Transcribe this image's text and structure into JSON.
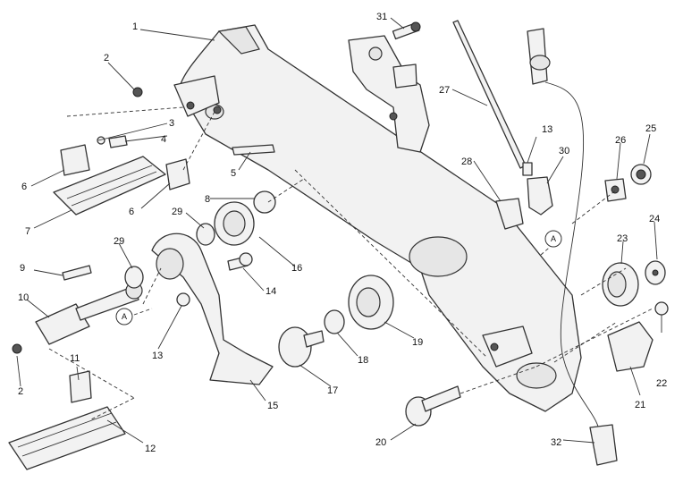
{
  "callouts": [
    "A",
    "A"
  ],
  "labels": [
    {
      "n": "1"
    },
    {
      "n": "2"
    },
    {
      "n": "3"
    },
    {
      "n": "4"
    },
    {
      "n": "6"
    },
    {
      "n": "5"
    },
    {
      "n": "8"
    },
    {
      "n": "6"
    },
    {
      "n": "7"
    },
    {
      "n": "31"
    },
    {
      "n": "27"
    },
    {
      "n": "13"
    },
    {
      "n": "30"
    },
    {
      "n": "28"
    },
    {
      "n": "25"
    },
    {
      "n": "26"
    },
    {
      "n": "24"
    },
    {
      "n": "23"
    },
    {
      "n": "22"
    },
    {
      "n": "21"
    },
    {
      "n": "9"
    },
    {
      "n": "29"
    },
    {
      "n": "29"
    },
    {
      "n": "10"
    },
    {
      "n": "2"
    },
    {
      "n": "11"
    },
    {
      "n": "12"
    },
    {
      "n": "13"
    },
    {
      "n": "14"
    },
    {
      "n": "15"
    },
    {
      "n": "16"
    },
    {
      "n": "17"
    },
    {
      "n": "18"
    },
    {
      "n": "19"
    },
    {
      "n": "20"
    },
    {
      "n": "32"
    }
  ]
}
